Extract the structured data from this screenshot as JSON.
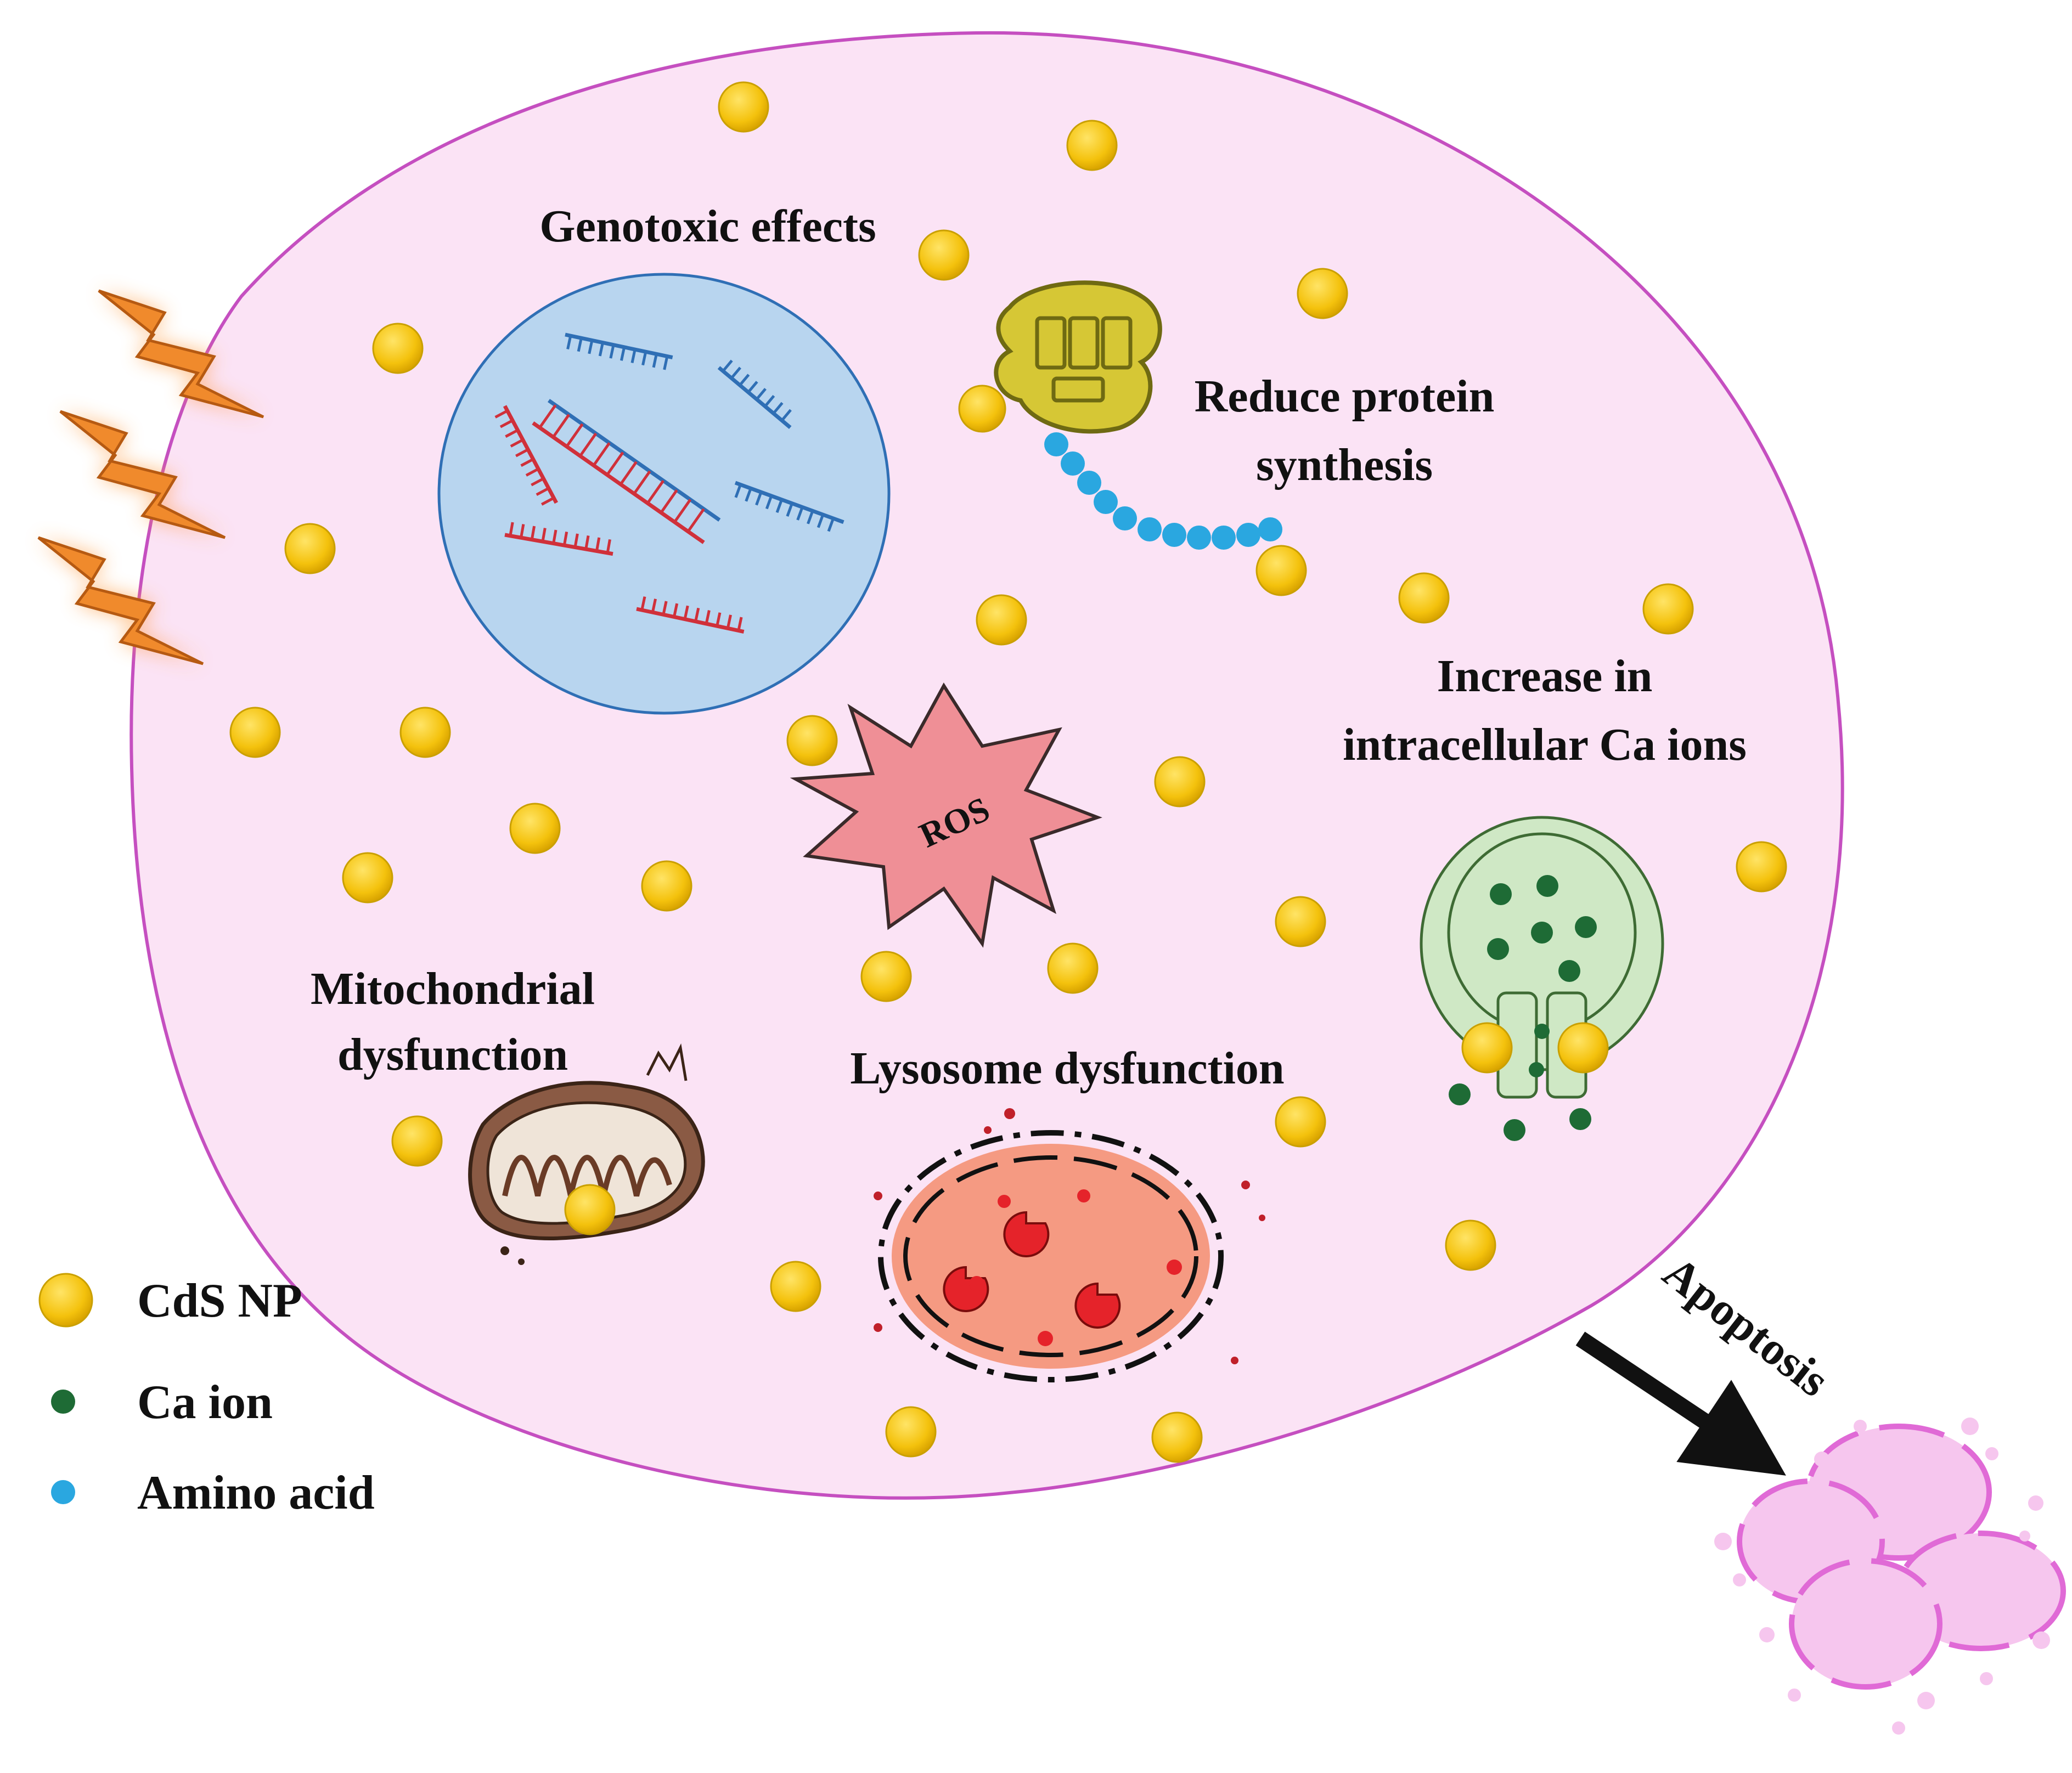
{
  "labels": {
    "genotoxic": "Genotoxic effects",
    "protein_line1": "Reduce protein",
    "protein_line2": "synthesis",
    "calcium_line1": "Increase in",
    "calcium_line2": "intracellular Ca ions",
    "ros": "ROS",
    "mito_line1": "Mitochondrial",
    "mito_line2": "dysfunction",
    "lysosome": "Lysosome dysfunction",
    "apoptosis": "Apoptosis"
  },
  "legend": [
    {
      "label": "CdS NP",
      "color": "#f4c20d",
      "icon": "nanoparticle-dot"
    },
    {
      "label": "Ca ion",
      "color": "#1e6b35",
      "icon": "calcium-dot"
    },
    {
      "label": "Amino acid",
      "color": "#2aa7e0",
      "icon": "amino-acid-dot"
    }
  ],
  "colors": {
    "cell_fill": "#fbe3f5",
    "cell_border": "#c54fc0",
    "nucleus_fill": "#b8d5ef",
    "dna_blue": "#2f6fb5",
    "dna_red": "#d0303a",
    "ros_fill": "#ef8f96",
    "lysosome_fill": "#f59a82",
    "vesicle_fill": "#cfe8c5",
    "apoptotic_fill": "#f6c6ee",
    "lightning": "#f08a2c"
  }
}
